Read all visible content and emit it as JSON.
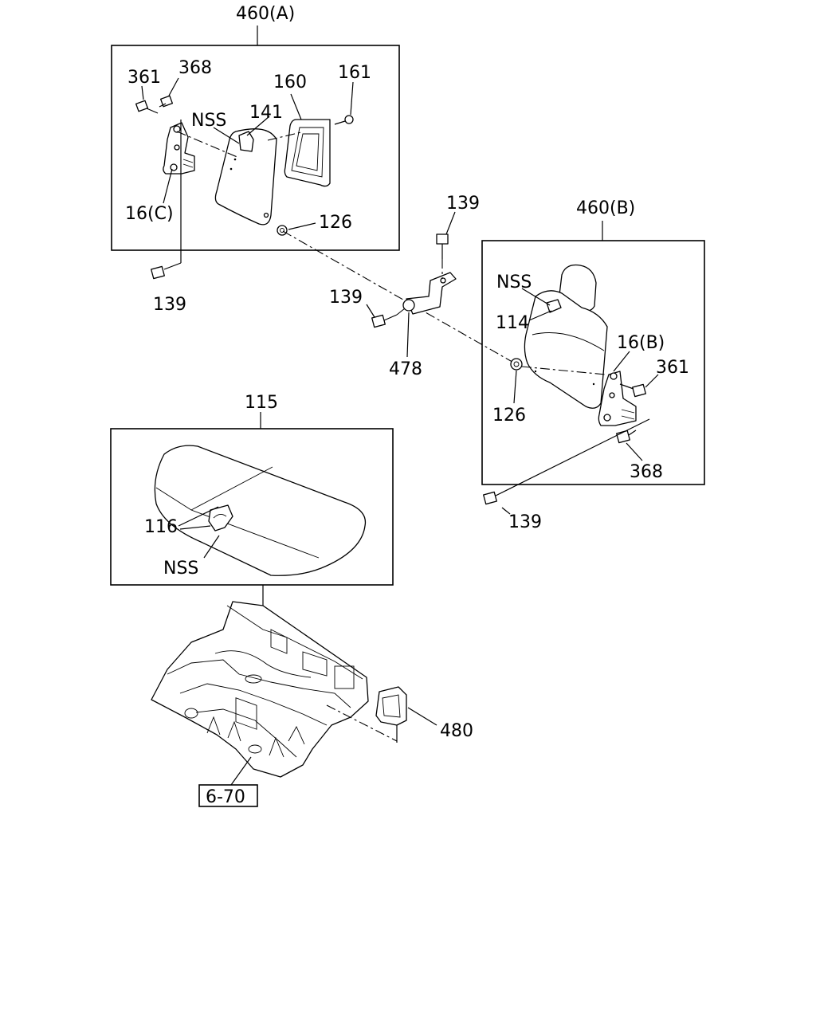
{
  "diagram": {
    "labels": {
      "group_a": "460(A)",
      "group_b": "460(B)",
      "cushion": "115",
      "a_361": "361",
      "a_368": "368",
      "a_160": "160",
      "a_161": "161",
      "a_nss": "NSS",
      "a_141": "141",
      "a_16c": "16(C)",
      "a_126": "126",
      "a_139_low": "139",
      "c_139_top": "139",
      "c_139_mid": "139",
      "c_478": "478",
      "b_nss": "NSS",
      "b_114": "114",
      "b_16b": "16(B)",
      "b_361": "361",
      "b_126": "126",
      "b_368": "368",
      "b_139": "139",
      "s_116": "116",
      "s_nss": "NSS",
      "f_480": "480",
      "ref_670": "6-70"
    }
  }
}
